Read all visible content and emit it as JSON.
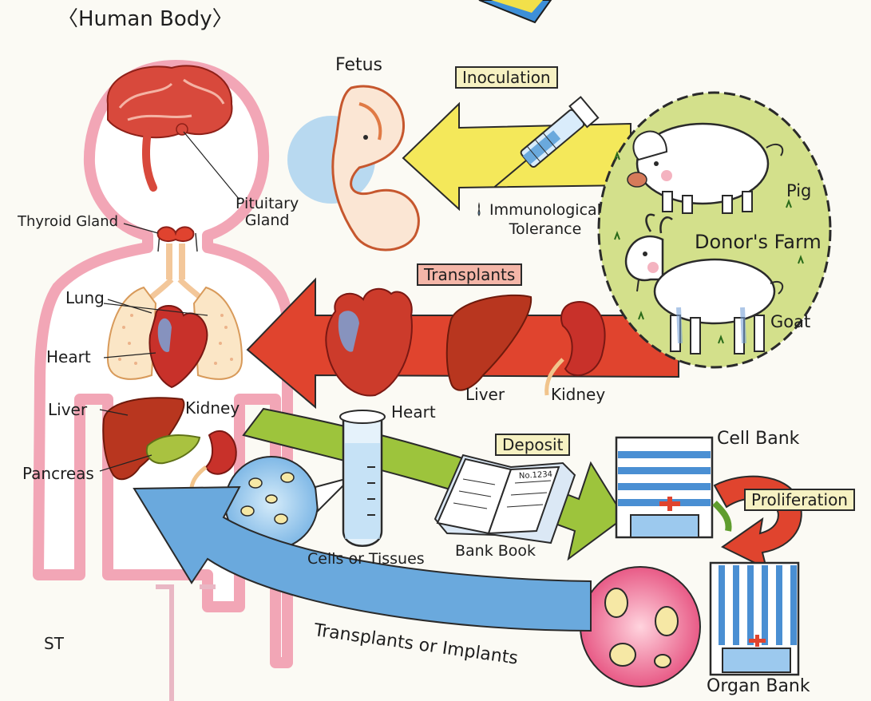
{
  "title": "〈Human Body〉",
  "organs": {
    "pituitary": "Pituitary\nGland",
    "thyroid": "Thyroid Gland",
    "lung": "Lung",
    "heart": "Heart",
    "liver": "Liver",
    "kidney": "Kidney",
    "pancreas": "Pancreas"
  },
  "flows": {
    "fetus": "Fetus",
    "inoculation": "Inoculation",
    "immunological_tolerance": "Immunological\nTolerance",
    "transplants": "Transplants",
    "transplant_heart": "Heart",
    "transplant_liver": "Liver",
    "transplant_kidney": "Kidney",
    "deposit": "Deposit",
    "cells_or_tissues": "Cells or Tissues",
    "bank_book": "Bank Book",
    "bank_book_number": "No.1234",
    "cell_bank": "Cell Bank",
    "proliferation": "Proliferation",
    "organ_bank": "Organ Bank",
    "transplants_or_implants": "Transplants or Implants"
  },
  "farm": {
    "name": "Donor's Farm",
    "pig": "Pig",
    "goat": "Goat"
  },
  "signature": "ST",
  "colors": {
    "outline_pink": "#f1a3b3",
    "red_arrow": "#e0442e",
    "yellow_arrow": "#f4e85a",
    "green_arrow": "#9dc43c",
    "blue_arrow": "#6aa9dd",
    "farm_green": "#d3e08b",
    "organ_red": "#c8312a"
  }
}
